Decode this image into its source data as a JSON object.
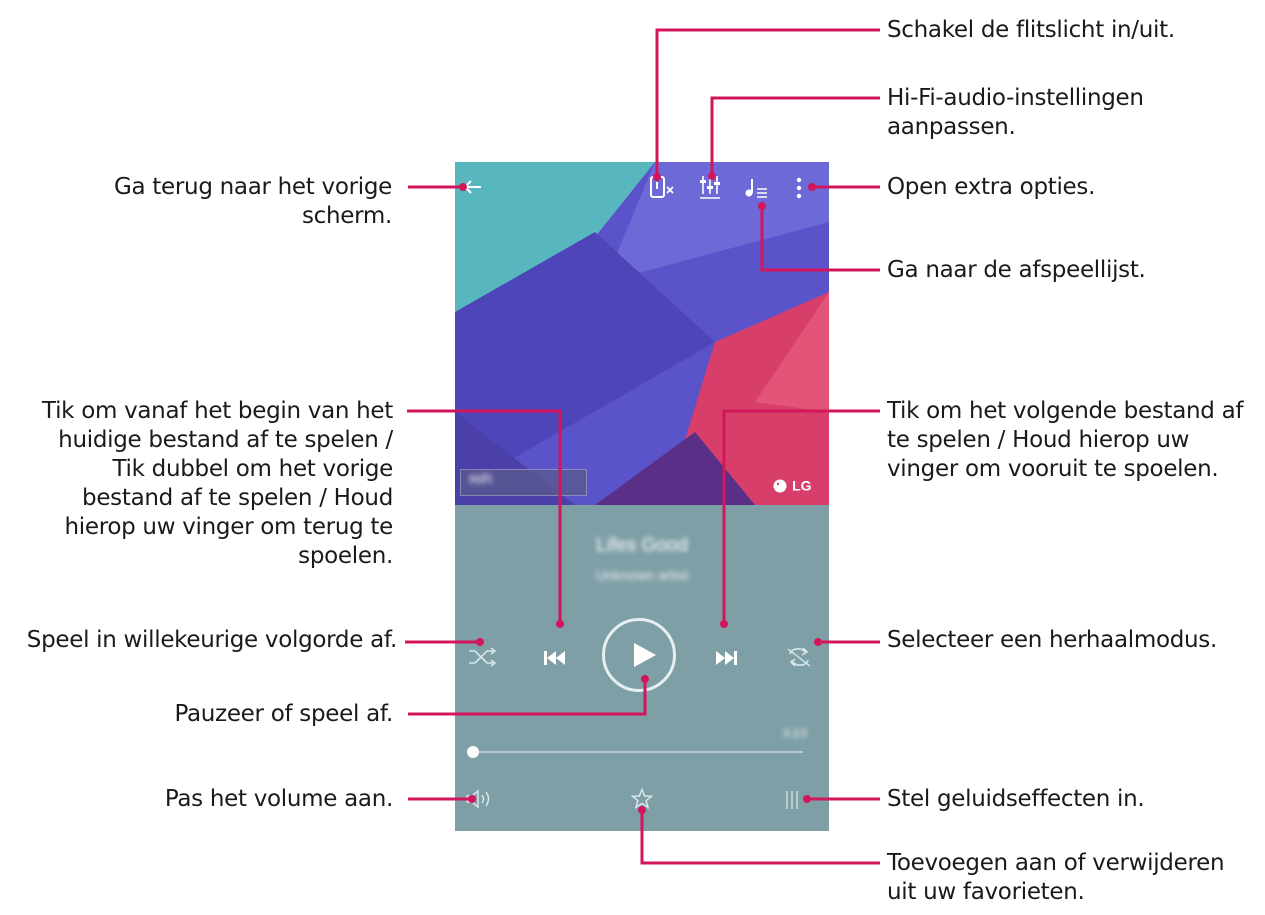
{
  "phone": {
    "hifi_badge": "HiFi",
    "lg_logo": "LG",
    "song_title": "Lifes Good",
    "song_artist": "Unknown artist",
    "total_time": "3:23",
    "progress": 0.0,
    "icons": {
      "back": "back-arrow-icon",
      "flashlight": "flashlight-icon",
      "hifi_settings": "hifi-equalizer-icon",
      "playlist": "playlist-icon",
      "more": "more-options-icon",
      "shuffle": "shuffle-icon",
      "previous": "skip-previous-icon",
      "play": "play-icon",
      "next": "skip-next-icon",
      "repeat": "repeat-icon",
      "volume": "volume-icon",
      "favorite": "star-icon",
      "sound_effects": "sound-effects-icon"
    }
  },
  "callouts": {
    "flashlight": "Schakel de flitslicht in/uit.",
    "hifi": "Hi-Fi-audio-instellingen\naanpassen.",
    "back": "Ga terug naar het vorige\nscherm.",
    "options": "Open extra opties.",
    "playlist": "Ga naar de afspeellijst.",
    "previous": "Tik om vanaf het begin van het\nhuidige bestand af te spelen /\nTik dubbel om het vorige\nbestand af te spelen / Houd\nhierop uw vinger om terug te\nspoelen.",
    "next": "Tik om het volgende bestand af\nte spelen / Houd hierop uw\nvinger om vooruit te spoelen.",
    "shuffle": "Speel in willekeurige volgorde af.",
    "repeat": "Selecteer een herhaalmodus.",
    "play": "Pauzeer of speel af.",
    "volume": "Pas het volume aan.",
    "sound_effects": "Stel geluidseffecten in.",
    "favorites": "Toevoegen aan of verwijderen\nuit uw favorieten."
  },
  "colors": {
    "callout_line": "#d3165c",
    "player_bg": "#7f9fa7",
    "icon": "#ffffff"
  }
}
